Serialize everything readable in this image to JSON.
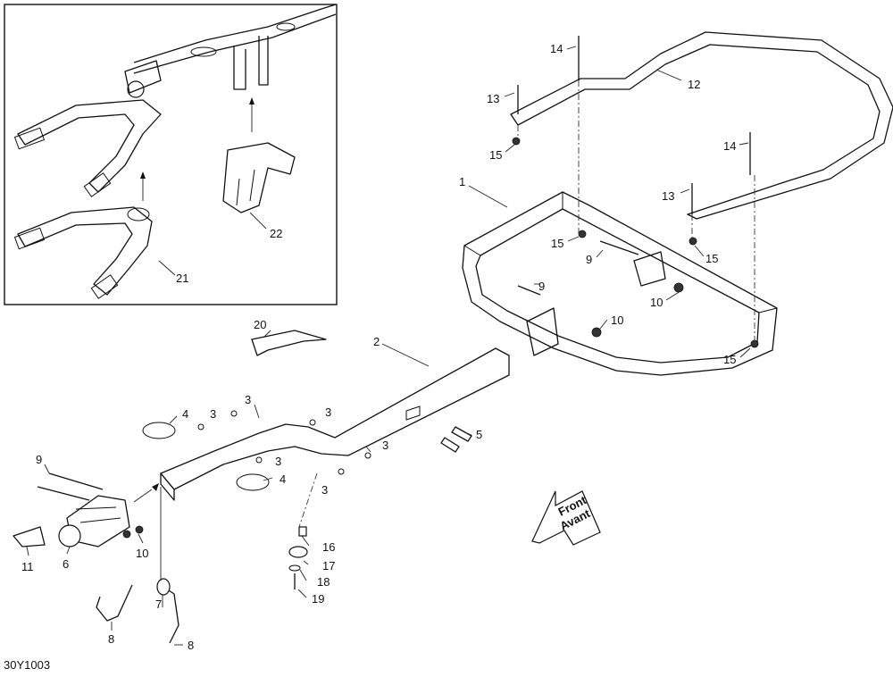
{
  "diagram": {
    "code": "30Y1003",
    "front_arrow_lines": [
      "Front",
      "Avant"
    ],
    "callouts": [
      {
        "id": "c1",
        "text": "1"
      },
      {
        "id": "c2",
        "text": "2"
      },
      {
        "id": "c3a",
        "text": "3"
      },
      {
        "id": "c3b",
        "text": "3"
      },
      {
        "id": "c3c",
        "text": "3"
      },
      {
        "id": "c3d",
        "text": "3"
      },
      {
        "id": "c3e",
        "text": "3"
      },
      {
        "id": "c3f",
        "text": "3"
      },
      {
        "id": "c4a",
        "text": "4"
      },
      {
        "id": "c4b",
        "text": "4"
      },
      {
        "id": "c5",
        "text": "5"
      },
      {
        "id": "c6",
        "text": "6"
      },
      {
        "id": "c7",
        "text": "7"
      },
      {
        "id": "c8a",
        "text": "8"
      },
      {
        "id": "c8b",
        "text": "8"
      },
      {
        "id": "c9a",
        "text": "9"
      },
      {
        "id": "c9b",
        "text": "9"
      },
      {
        "id": "c9c",
        "text": "9"
      },
      {
        "id": "c10a",
        "text": "10"
      },
      {
        "id": "c10b",
        "text": "10"
      },
      {
        "id": "c10c",
        "text": "10"
      },
      {
        "id": "c11",
        "text": "11"
      },
      {
        "id": "c12",
        "text": "12"
      },
      {
        "id": "c13a",
        "text": "13"
      },
      {
        "id": "c13b",
        "text": "13"
      },
      {
        "id": "c14a",
        "text": "14"
      },
      {
        "id": "c14b",
        "text": "14"
      },
      {
        "id": "c15a",
        "text": "15"
      },
      {
        "id": "c15b",
        "text": "15"
      },
      {
        "id": "c15c",
        "text": "15"
      },
      {
        "id": "c15d",
        "text": "15"
      },
      {
        "id": "c16",
        "text": "16"
      },
      {
        "id": "c17",
        "text": "17"
      },
      {
        "id": "c18",
        "text": "18"
      },
      {
        "id": "c19",
        "text": "19"
      },
      {
        "id": "c20",
        "text": "20"
      },
      {
        "id": "c21",
        "text": "21"
      },
      {
        "id": "c22",
        "text": "22"
      }
    ]
  }
}
